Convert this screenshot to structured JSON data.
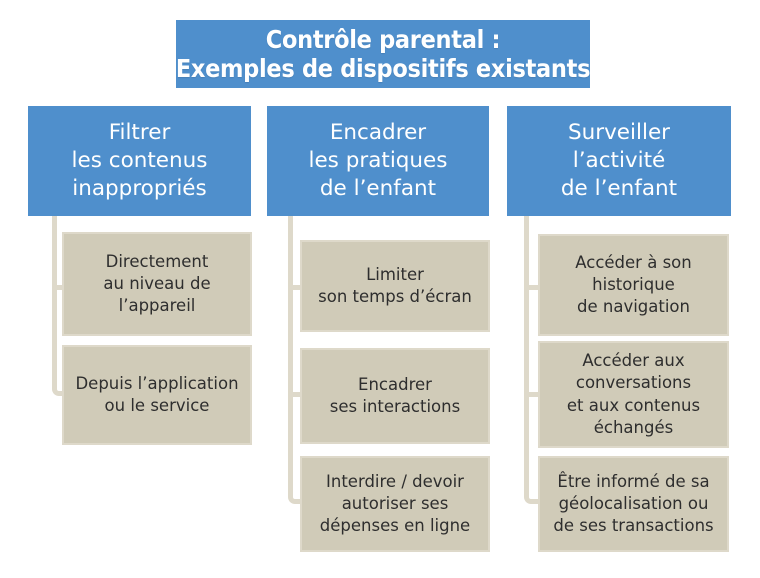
{
  "palette": {
    "blue": "#4f8fcc",
    "tan": "#d0cbb8",
    "tan_border": "#ded9ca",
    "connector": "#ded9ca",
    "title_text": "#ffffff",
    "leaf_text": "#2e2e2e",
    "background": "#ffffff"
  },
  "title": {
    "line1": "Contrôle parental :",
    "line2": "Exemples de dispositifs existants"
  },
  "columns": [
    {
      "header": {
        "line1": "Filtrer",
        "line2": "les contenus",
        "line3": "inappropriés"
      },
      "children": [
        {
          "lines": [
            "Directement",
            "au niveau de",
            "l’appareil"
          ]
        },
        {
          "lines": [
            "Depuis l’application",
            "ou le service"
          ]
        }
      ]
    },
    {
      "header": {
        "line1": "Encadrer",
        "line2": "les pratiques",
        "line3": "de l’enfant"
      },
      "children": [
        {
          "lines": [
            "Limiter",
            "son temps d’écran"
          ]
        },
        {
          "lines": [
            "Encadrer",
            "ses interactions"
          ]
        },
        {
          "lines": [
            "Interdire / devoir",
            "autoriser ses",
            "dépenses en ligne"
          ]
        }
      ]
    },
    {
      "header": {
        "line1": "Surveiller",
        "line2": "l’activité",
        "line3": "de l’enfant"
      },
      "children": [
        {
          "lines": [
            "Accéder à son",
            "historique",
            "de navigation"
          ]
        },
        {
          "lines": [
            "Accéder aux",
            "conversations",
            "et aux contenus",
            "échangés"
          ]
        },
        {
          "lines": [
            "Être informé de sa",
            "géolocalisation ou",
            "de ses transactions"
          ]
        }
      ]
    }
  ]
}
